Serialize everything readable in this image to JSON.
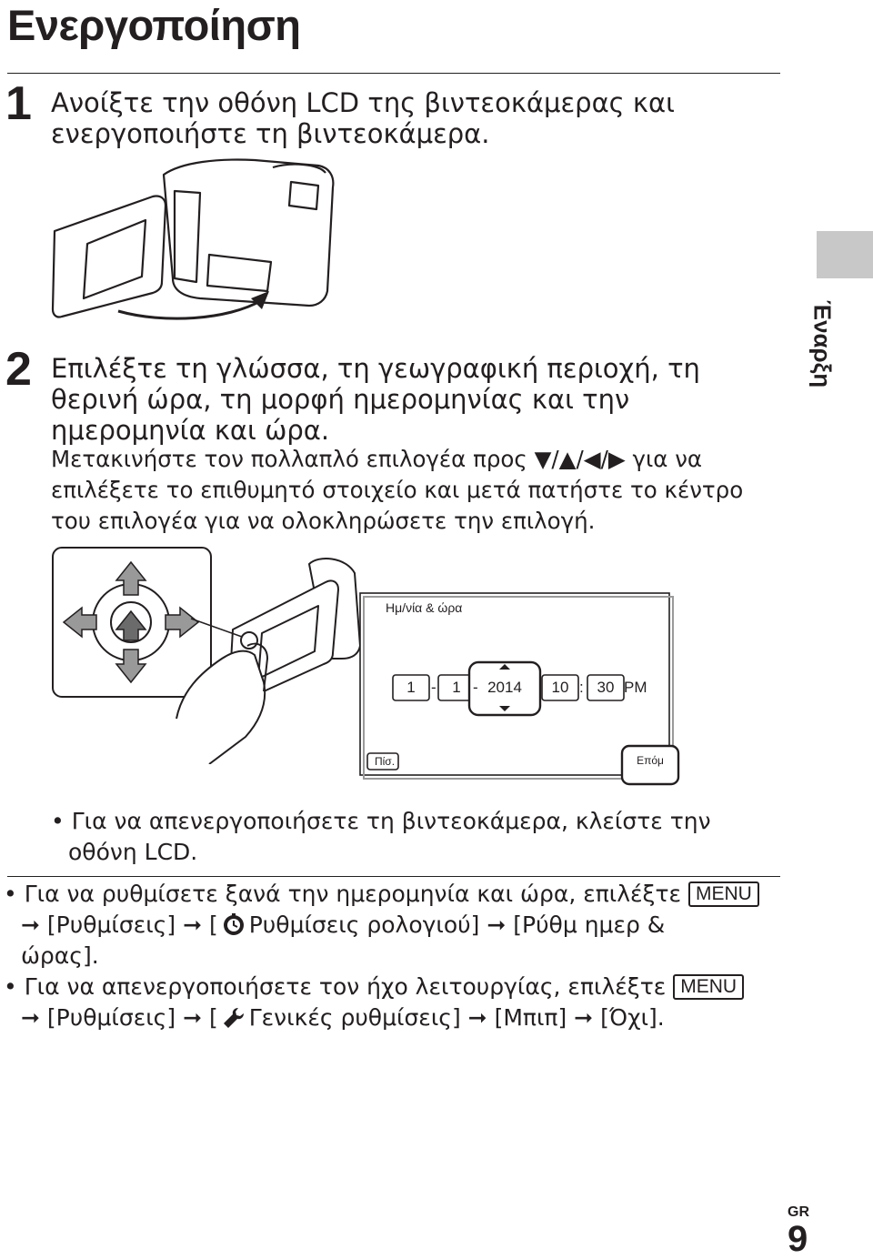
{
  "page_title": "Ενεργοποίηση",
  "side_label": "Έναρξη",
  "steps": [
    {
      "number": "1",
      "lines": [
        "Ανοίξτε την οθόνη LCD της βιντεοκάμερας και",
        "ενεργοποιήστε τη βιντεοκάμερα."
      ]
    },
    {
      "number": "2",
      "lines": [
        "Επιλέξτε τη γλώσσα, τη γεωγραφική περιοχή, τη",
        "θερινή ώρα, τη μορφή ημερομηνίας και την",
        "ημερομηνία και ώρα."
      ],
      "detail": [
        "Μετακινήστε τον πολλαπλό επιλογέα προς ▼/▲/◀/▶ για να",
        "επιλέξετε το επιθυμητό στοιχείο και μετά πατήστε το κέντρο",
        "του επιλογέα για να ολοκληρώσετε την επιλογή."
      ]
    }
  ],
  "screen": {
    "title": "Ημ/νία & ώρα",
    "month": "1",
    "day": "1",
    "year": "2014",
    "hour": "10",
    "minute": "30",
    "ampm": "PM",
    "date_sep": "-",
    "time_sep": ":",
    "back_label": "Πίσ.",
    "next_label": "Επόμ"
  },
  "note_bullet": [
    "• Για να απενεργοποιήσετε τη βιντεοκάμερα, κλείστε την",
    "οθόνη LCD."
  ],
  "tips": {
    "tip1": {
      "l1": "• Για να ρυθμίσετε ξανά την ημερομηνία και ώρα, επιλέξτε",
      "menu": "MENU",
      "arrow": "➞",
      "a": "[Ρυθμίσεις]",
      "b_open": "[",
      "b": "Ρυθμίσεις ρολογιού]",
      "c": "[Ρύθμ ημερ &",
      "l3": "ώρας]."
    },
    "tip2": {
      "l1": "• Για να απενεργοποιήσετε τον ήχο λειτουργίας, επιλέξτε",
      "menu": "MENU",
      "arrow": "➞",
      "a": "[Ρυθμίσεις]",
      "b_open": "[",
      "b": "Γενικές ρυθμίσεις]",
      "c": "[Μπιπ]",
      "d": "[Όχι]."
    }
  },
  "icons": {
    "clock": "clock-settings-icon",
    "wrench": "wrench-icon",
    "arrow": "arrow-right-icon"
  },
  "footer": {
    "lang": "GR",
    "page": "9"
  }
}
